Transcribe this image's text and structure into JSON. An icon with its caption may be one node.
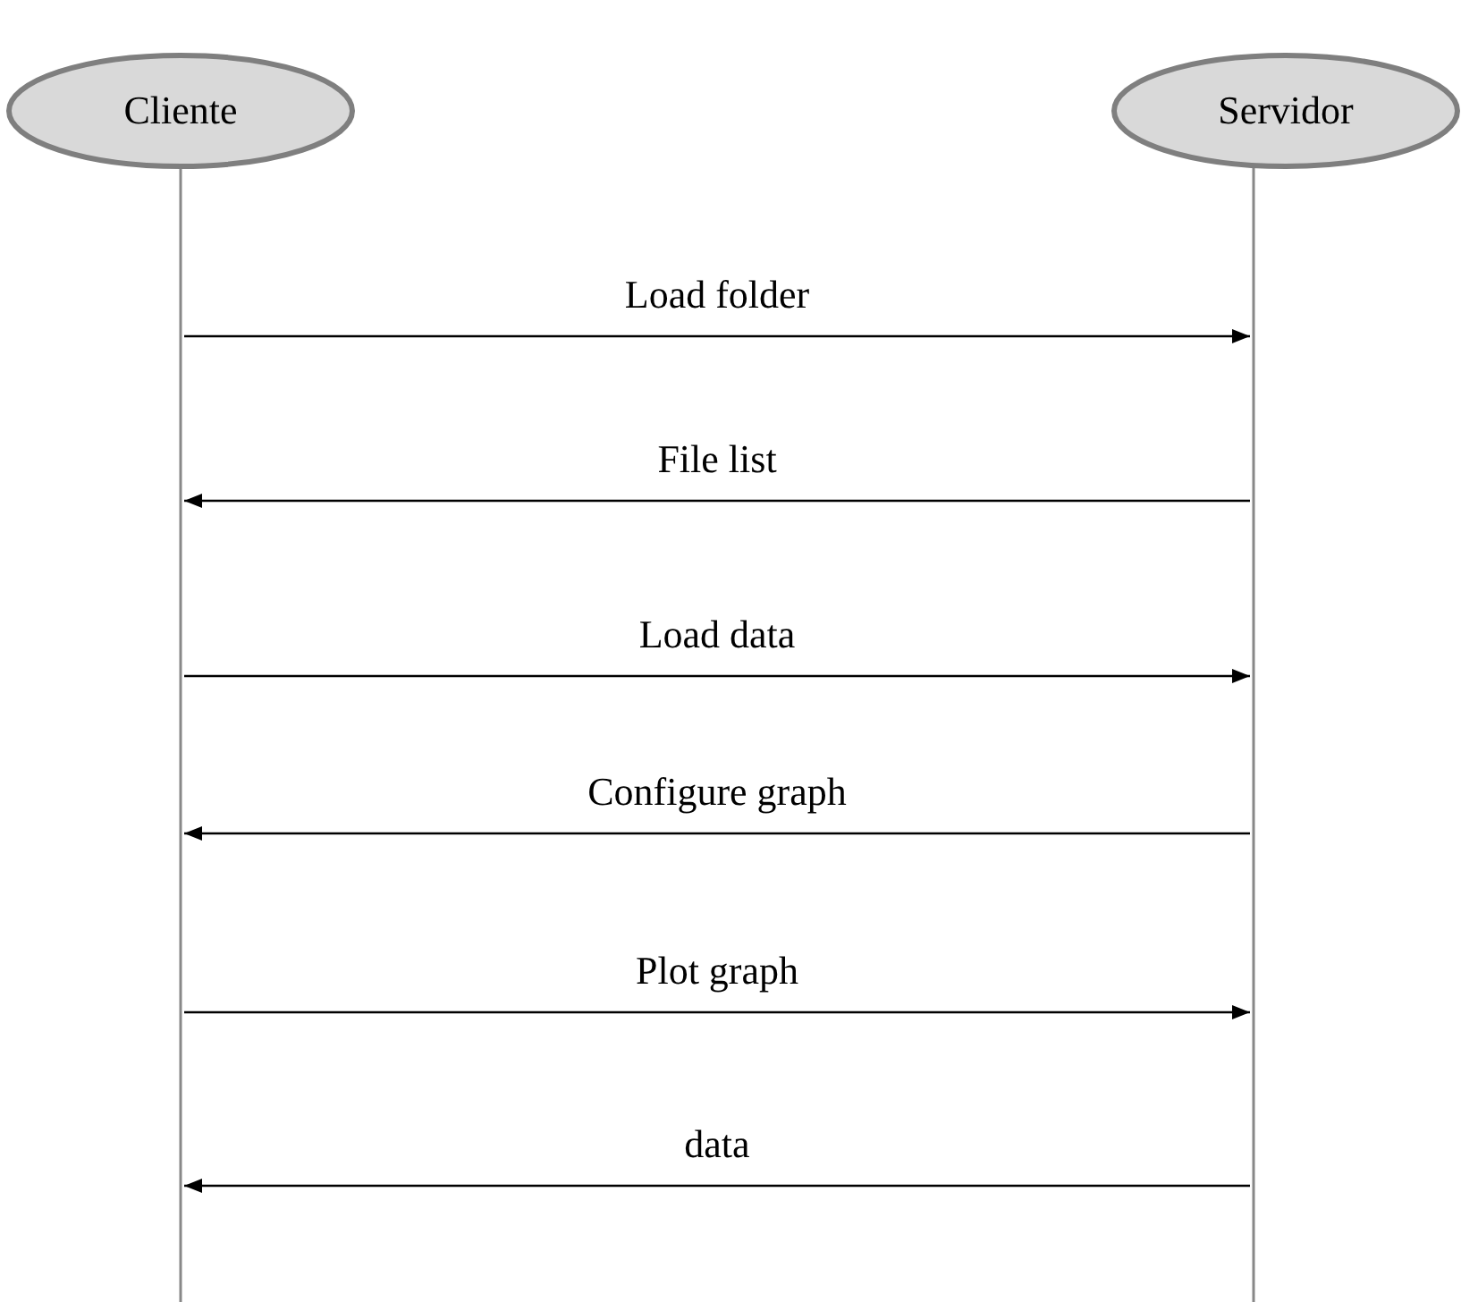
{
  "diagram": {
    "nodes": [
      {
        "text": [
          "Cliente"
        ]
      },
      {
        "text": [
          "Servidor"
        ]
      }
    ],
    "edges": [
      {
        "from": 0,
        "to": 1,
        "arrow": "to",
        "label": "Load folder"
      },
      {
        "from": 1,
        "to": 0,
        "arrow": "to",
        "label": "File list"
      },
      {
        "from": 0,
        "to": 1,
        "arrow": "to",
        "label": "Load data"
      },
      {
        "from": 1,
        "to": 0,
        "arrow": "to",
        "label": "Configure graph"
      },
      {
        "from": 0,
        "to": 1,
        "arrow": "to",
        "label": "Plot graph"
      },
      {
        "from": 1,
        "to": 0,
        "arrow": "to",
        "label": "data"
      }
    ]
  }
}
